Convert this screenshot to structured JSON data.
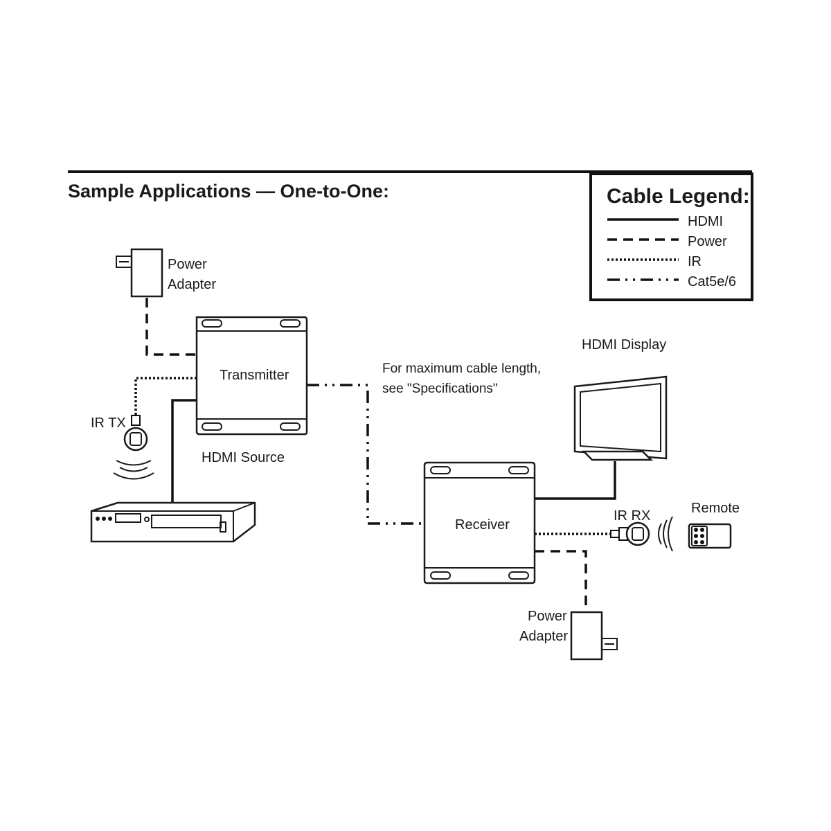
{
  "title": "Sample Applications — One-to-One:",
  "legend": {
    "title": "Cable Legend:",
    "items": [
      {
        "label": "HDMI",
        "style": "solid"
      },
      {
        "label": "Power",
        "style": "dashed"
      },
      {
        "label": "IR",
        "style": "dotted"
      },
      {
        "label": "Cat5e/6",
        "style": "dash-dot-dot"
      }
    ]
  },
  "devices": {
    "transmitter": "Transmitter",
    "receiver": "Receiver",
    "hdmi_source": "HDMI Source",
    "hdmi_display": "HDMI Display",
    "remote": "Remote",
    "ir_tx": "IR TX",
    "ir_rx": "IR RX",
    "power_adapter_tx": [
      "Power",
      "Adapter"
    ],
    "power_adapter_rx": [
      "Power",
      "Adapter"
    ]
  },
  "note": [
    "For maximum cable length,",
    "see \"Specifications\""
  ]
}
